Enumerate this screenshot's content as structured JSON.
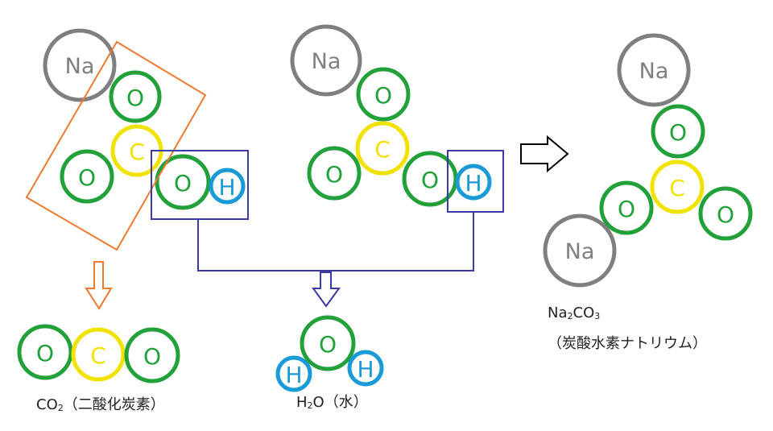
{
  "labels": {
    "na": "Na",
    "o": "O",
    "c": "C",
    "h": "H"
  },
  "captions": {
    "co2": "CO",
    "co2_sub": "2",
    "co2_name": "（二酸化炭素）",
    "h2o_h": "H",
    "h2o_sub": "2",
    "h2o_o": "O",
    "h2o_name": "（水）",
    "na2co3_na": "Na",
    "na2co3_sub1": "2",
    "na2co3_co": "CO",
    "na2co3_sub2": "3",
    "na2co3_name": "（炭酸水素ナトリウム）"
  },
  "colors": {
    "sodium": "#7f7f7f",
    "oxygen": "#22a03a",
    "carbon": "#f2e200",
    "hydrogen": "#1a9ad6",
    "orange_box": "#ee7a30",
    "blue_box": "#3a3aa8",
    "black_arrow": "#000000"
  }
}
